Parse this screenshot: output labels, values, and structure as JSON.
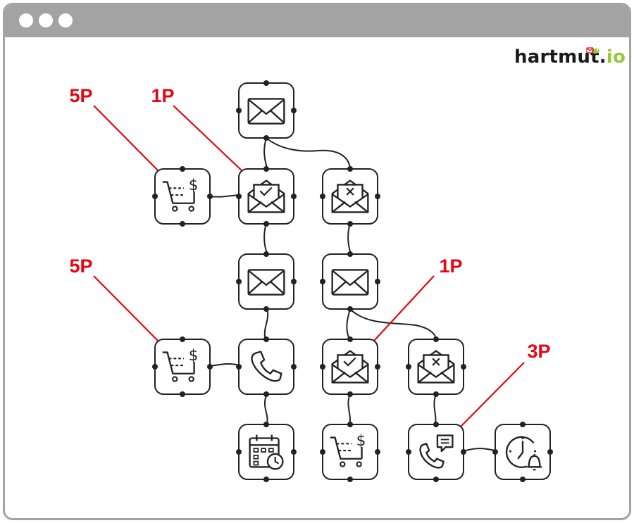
{
  "brand": {
    "name": "hartmut.",
    "suffix": "io",
    "accent": "#9bc53d"
  },
  "window": {
    "frame_color": "#a3a3a3"
  },
  "colors": {
    "label": "#e30613",
    "node_border": "#222222"
  },
  "nodes": [
    {
      "id": "email-1",
      "icon": "envelope-icon"
    },
    {
      "id": "email-opened",
      "icon": "envelope-opened-check-icon"
    },
    {
      "id": "email-not-opened",
      "icon": "envelope-opened-x-icon"
    },
    {
      "id": "purchase-1",
      "icon": "cart-dollar-icon"
    },
    {
      "id": "email-2",
      "icon": "envelope-icon"
    },
    {
      "id": "email-3",
      "icon": "envelope-icon"
    },
    {
      "id": "purchase-2",
      "icon": "cart-dollar-icon"
    },
    {
      "id": "call-1",
      "icon": "phone-icon"
    },
    {
      "id": "email-opened-2",
      "icon": "envelope-opened-check-icon"
    },
    {
      "id": "email-not-opened-2",
      "icon": "envelope-opened-x-icon"
    },
    {
      "id": "appointment",
      "icon": "calendar-clock-icon"
    },
    {
      "id": "purchase-3",
      "icon": "cart-dollar-icon"
    },
    {
      "id": "call-message",
      "icon": "phone-message-icon"
    },
    {
      "id": "reminder",
      "icon": "clock-bell-icon"
    }
  ],
  "labels": [
    {
      "text": "5P",
      "target": "purchase-1"
    },
    {
      "text": "1P",
      "target": "email-opened"
    },
    {
      "text": "5P",
      "target": "purchase-2"
    },
    {
      "text": "1P",
      "target": "email-opened-2"
    },
    {
      "text": "3P",
      "target": "call-message"
    }
  ]
}
